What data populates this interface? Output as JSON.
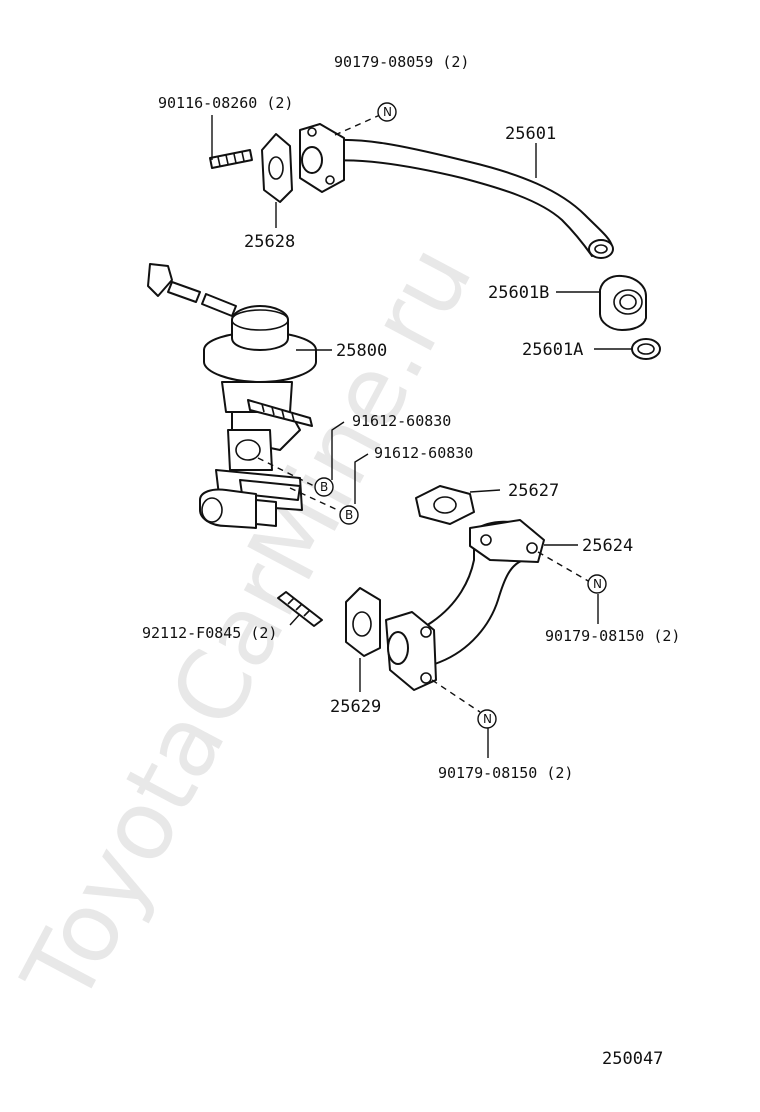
{
  "watermark": "ToyotaCarMine.ru",
  "diagram_code": "250047",
  "symbols": {
    "n": "N",
    "b": "B"
  },
  "callouts": {
    "c90179_08059": "90179-08059 (2)",
    "c90116_08260": "90116-08260 (2)",
    "c25601": "25601",
    "c25628": "25628",
    "c25601B": "25601B",
    "c25601A": "25601A",
    "c25800": "25800",
    "c91612_60830_a": "91612-60830",
    "c91612_60830_b": "91612-60830",
    "c25627": "25627",
    "c25624": "25624",
    "c90179_08150_a": "90179-08150 (2)",
    "c92112_F0845": "92112-F0845 (2)",
    "c25629": "25629",
    "c90179_08150_b": "90179-08150 (2)"
  }
}
